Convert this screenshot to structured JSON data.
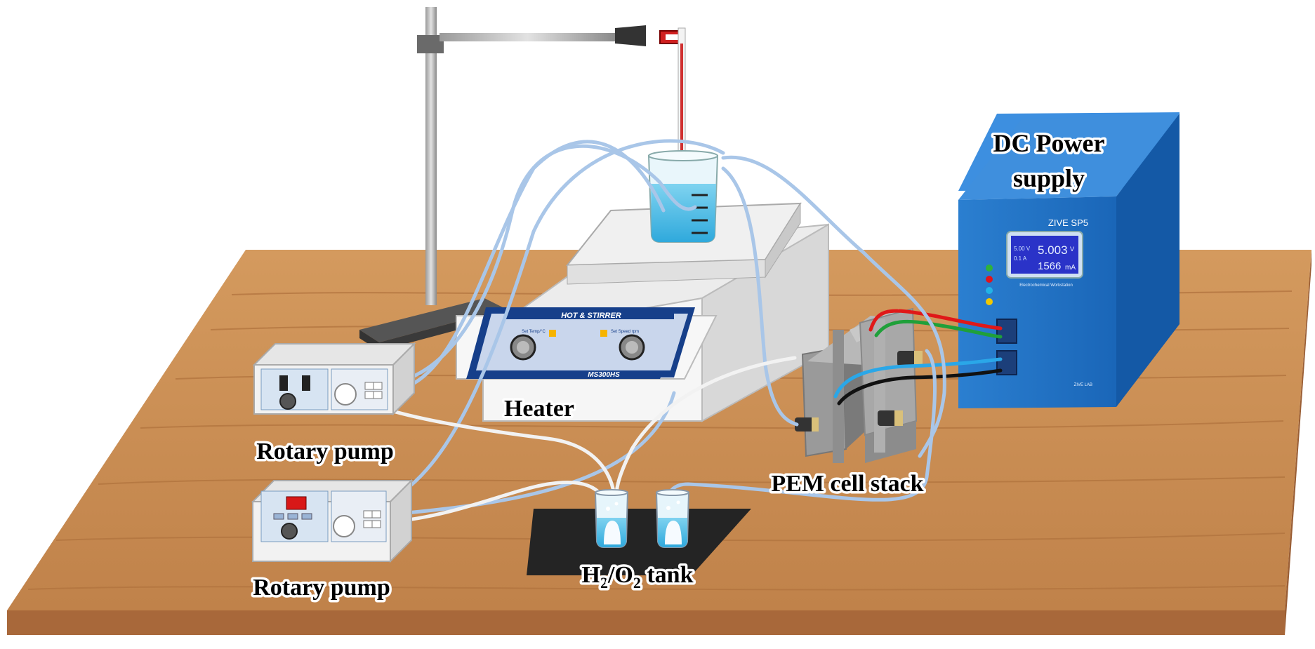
{
  "labels": {
    "heater": "Heater",
    "rotary_pump_top": "Rotary pump",
    "rotary_pump_bottom": "Rotary pump",
    "pem_cell_stack": "PEM cell stack",
    "dc_power_supply_line1": "DC Power",
    "dc_power_supply_line2": "supply",
    "tank_h": "H",
    "tank_sub2a": "2",
    "tank_slash_o": "/O",
    "tank_sub2b": "2",
    "tank_rest": " tank"
  },
  "heater_panel": {
    "title": "HOT & STIRRER",
    "model": "MS300HS",
    "temp_label": "Set Temp/°C",
    "speed_label": "Set Speed rpm"
  },
  "power_supply": {
    "brand": "ZIVE SP5",
    "voltage": "5.003",
    "voltage_unit": "V",
    "current": "1566",
    "current_unit": "mA",
    "left_v": "5.00 V",
    "left_a": "0.1 A",
    "caption": "Electrochemical Workstation",
    "maker": "ZIVE LAB"
  },
  "colors": {
    "tube": "#a9c6e8",
    "white_tube": "#f0f0f0",
    "wood": "#c88a52",
    "psu_blue": "#1e6fc2",
    "red_wire": "#e01818",
    "green_wire": "#1fa03a",
    "blue_wire": "#2aa7e8"
  }
}
